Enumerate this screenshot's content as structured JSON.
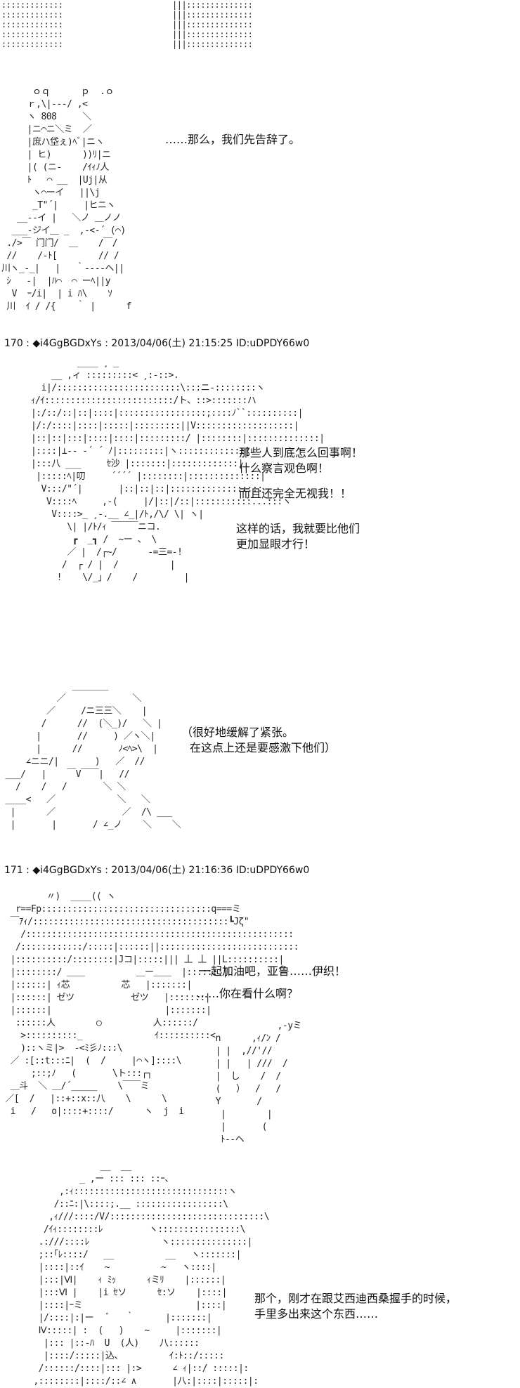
{
  "posts": [
    {
      "header": "170 : ◆i4GgBGDxYs : 2013/04/06(土) 21:15:25 ID:uDPDY66w0"
    },
    {
      "header": "171 : ◆i4GgBGDxYs : 2013/04/06(土) 21:16:36 ID:uDPDY66w0"
    }
  ],
  "art": {
    "top_left": ":::::::::::::::::::::::::::::::||\n:::::::::::::::::::::::::::::::||\n:::::::::::::::::::::::::::::::||\n:::::::::::::::::::::::::::::::||\n:::::::::::::::::::::::::::::::||",
    "top_right": "|||:::::::::::::::::::::::::::::\n|||:::::::::::::::::::::::::::::\n|||:::::::::::::::::::::::::::::\n|||:::::::::::::::::::::::::::::\n|||:::::::::::::::::::::::::::::",
    "fig1": "      ｏｑ      ｐ  .ｏ\n     ｒ,\\|---/ ,<\n     ヽ 808     ＼\n     |ニ⌒ニ＼ミ  ／\n     |庶ハ垈ぇ)ﾍﾞ|ニヽ\n     | ヒ)      ))ﾘ|ニ\n     |( (ニ-    /ｲｨﾉ人\n     ﾄ   ⌒ __  |Uj|从\n      ヽ⌒ーイ   ||\\j\n      _T\"´|     |ヒニヽ\n   __-‐イ |   ＼ノ ＿ノノ\n  ___-ジイ＿ _  ,-<-´ (⌒)\n ./>￣ 门门/  ＿    /￣/\n //    /-ﾄ[        // /\n川ヽ_-_|   |   ｀----ヘ||\n ｼ   -|  |ﾊ⌒  ⌒ ーﾍ||y\n  V  ｰ/i|  | i ﾊ\\    ｿ\n 川  ｲ / /{    ｀ |      f",
    "fig2": "               ____ ¸ _\n          __ ,ィ :::::::::< ¸:-::>.\n        i|/::::::::::::::::::::::::\\:::ニ‐::::::::ヽ\n      ｨ/ｲ:::::::::::::::::::::::::/ト、::>:::::::ハ\n      |:/::/::|::|::::|:::::::::::::::::;::::ﾉ``::::::::::|\n      |/:/::::|::::|:::::|:::::::::||V:::::::::::::::::::|\n      |::|::|:::|::::|::::|:::::::::/ |::::::::|::::::::::::::|\n      |::::|⊥-- -´ ´ ﾉ|:::::::::|ヽ:::::::::::::|\n      |:::八 ___     ｾ沙 |:::::::|:::::::::::::|\n       |:::::ﾍ|叨     ´´´´ |::::::::|::::::::::::::|\n        V:::/\"´|       |::|::|::|::::::::::::::::::\n         V::::ﾍ     ,-(     |/|::|/::|:::::::::::...:::ヽ\n          V::::>_ ¸-.__ ∠_|/ﾄ,/\\/ \\| ヽ|\n             \\| |/ﾄ/ｨ ￣￣￣ニコ.\n              ┏  _┓ /  ~ー 、 \\\n             ／ |  /┌~/      -=三=-!\n            /  ┌ / |  /          |\n           !    \\/_」/    /         |",
    "fig3": "              _______\n           ／             ＼\n         ／     /ニ三三＼    |\n        /      //  (＼_)/   ＼ |\n       |       //     ) ／ヽ＼|\n       |      //       ﾉ<ﾍ>\\  |\n     ∠ニニ/|       )   ／  //\n ___/   |    ￣V￣￣|   //\n   /    /   /       ＼ ＼\n ____<   ／            ＼   ＼\n  |      ／             ／  /\\ ___\n  |       |       / ∠_ノ    ＼    ＼",
    "fig4": "         〃)  ____(( ヽ\n   r==Fp:::::::::::::::::::::::::::::::::q===ミ\n  ￣ｱｨ/::::::::::::::::::::::::::::::::::::::┗Jζ\"\n    /::::::::::::::::::::::::::::::::::::::::::::::::::::\n   /::::::::::::/:::::|::::::||:::::::::::::::::::::::::::\n  |::::::::::/::::::::|Jコ|:::::||| 丄 丄 ||L::::::::::|\n  |::::::::/ ＿＿          ＿ー＿＿  |:::::::|\n  |::::::| ｨ芯          芯   |:::::::|\n  |::::::| ゼツ           ゼツ   |:::::::|\n  |::::::|                      |:::::::|\n   ::::::人        ○          人::::::/\n    >::::::::::_              ｲ::::::::::<\n    )::ヽミ|>  -<ﾐ彡ﾉ:::\\\n  ／ :[::t:::ﾆ|  (  /     |⌒ヽ]::::\\\n      ;::;ﾉ   (       \\ト:::┌┐\n  ＿斗  ＼ ＿/´_____    \\￣￣ミ\n ／[  /   |::+::x::八    \\      \\\n  i   /   o|::::+::::/      ヽ  j  i",
    "hand": "              ,-yミ\n  n      ,ｨ/ﾝ /\n  | |  ,//'//\n  | |   | ///  /\n  |  し    /  /\n  (   ）  /   /\n  Y       /\n   |        |\n   |       (\n   ﾄ--ヘ",
    "fig5": "              __  __\n          _ ,ー ::: ::: ::ｰ、\n      ,:ｨ::::::::::::::::::::::::::::::ヽ\n     /::ﾆ:|\\::::;.__ :::::::::::::::::\\\n    ,ｨ///::::/V/::::::::::::::::::::::::::::::\\\n   /ｲｨ::::::::ﾚ         ヽ::::::::::::::::\\\n  .:///::::ﾚ              ヽ:::::::::::::::|\n  ;::｢ﾚ::::/   __          __   ヽ:::::::|\n  |::::|::ｲ    ~          ~   ヽ::::|\n  |:::|Ⅵ|    ｨ ﾐｯ      ｨミﾘ    |::::::|\n  |:::Ⅵ |    |i ｾソ      ｾ:ソ    |::::|\n  |::::|ｰミ                      |::::|\n  |/::::|:|ー   ﾞ   ｀      |:::::::|\n  Ⅳ:::::| :  (   )    ~     |:::::::|\n   |::: |::-ﾊ  U  (人)    八::::::\n   |::::/:::::|込、         ｲ:ﾄ::/:::::\n  /::::::/::::|::: |:>      ∠ ｨ|::/ :::::|:\n ,::::::::|::::/::∠ ∧       |八:|::::|:::::|:"
  },
  "dialogue": {
    "d1": "……那么，我们先告辞了。",
    "d2a": "那些人到底怎么回事啊！",
    "d2b": "什么察言观色啊！",
    "d2c": "而且还完全无视我！！",
    "d2d": "这样的话，我就要比他们",
    "d2e": "更加显眼才行！",
    "d3a": "（很好地缓解了紧张。",
    "d3b": "在这点上还是要感激下他们）",
    "d4a": "一起加油吧，亚鲁……伊织！",
    "d4b": "……你在看什么啊？",
    "d5a": "那个，刚才在跟艾西迪西桑握手的时候，",
    "d5b": "手里多出来这个东西……"
  }
}
